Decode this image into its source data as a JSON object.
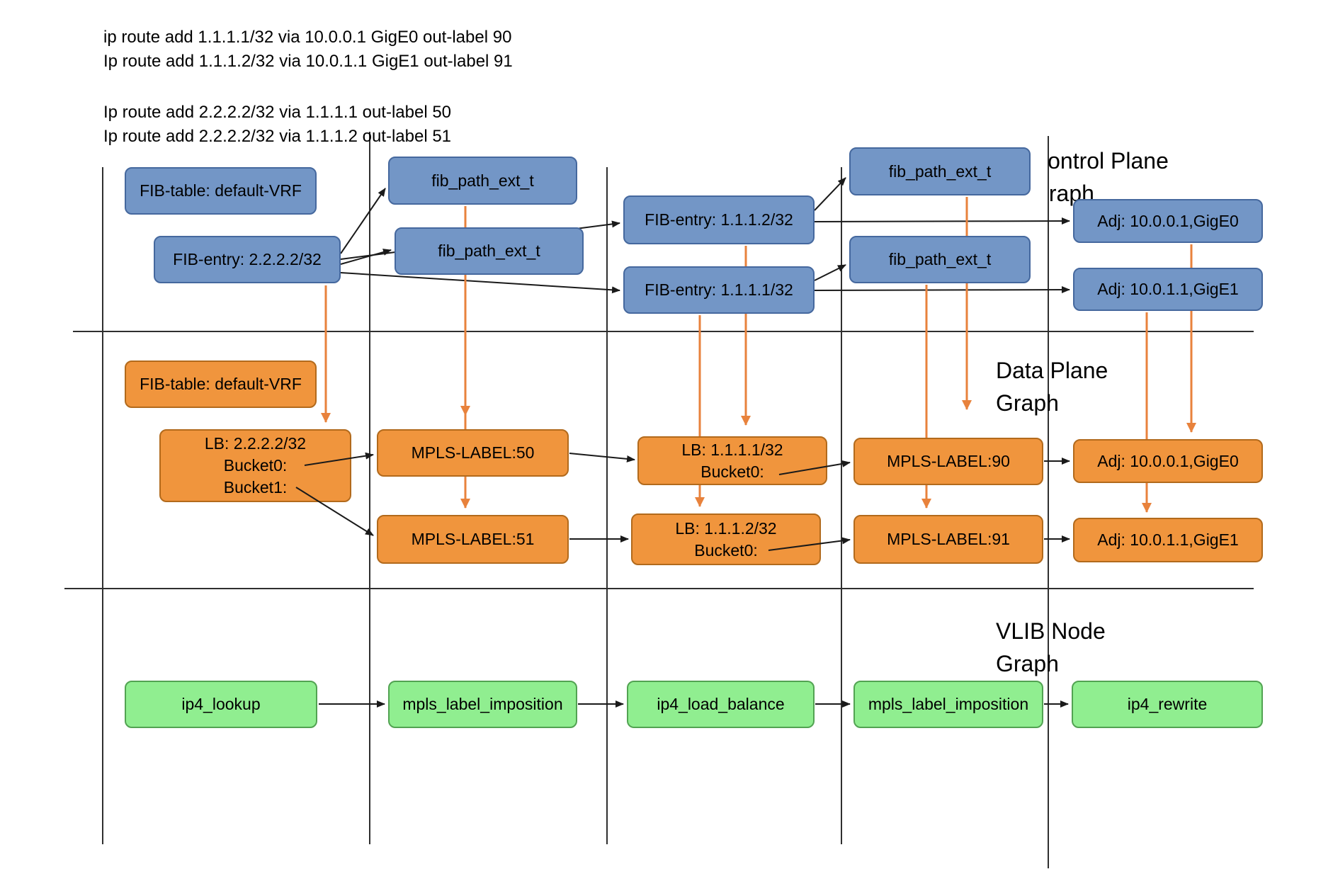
{
  "colors": {
    "background": "#ffffff",
    "text": "#000000",
    "rule_line": "#2f2f2f",
    "control_plane_fill": "#7396c6",
    "control_plane_border": "#45689e",
    "data_plane_fill": "#f0953d",
    "data_plane_border": "#b26a1c",
    "vlib_fill": "#90ee90",
    "vlib_border": "#52a352",
    "arrow_black": "#1a1a1a",
    "arrow_orange": "#e8823c"
  },
  "commands": {
    "line1": "ip route add 1.1.1.1/32 via 10.0.0.1 GigE0 out-label 90",
    "line2": "Ip route add 1.1.1.2/32 via 10.0.1.1 GigE1 out-label 91",
    "line3": "Ip route add 2.2.2.2/32 via 1.1.1.1 out-label 50",
    "line4": "Ip route add 2.2.2.2/32 via 1.1.1.2 out-label 51"
  },
  "sections": {
    "control_plane": {
      "line1": "Control Plane",
      "line2": "Graph"
    },
    "data_plane": {
      "line1": "Data Plane",
      "line2": "Graph"
    },
    "vlib": {
      "line1": "VLIB Node",
      "line2": "Graph"
    }
  },
  "nodes": {
    "control_plane": {
      "fib_table": "FIB-table: default-VRF",
      "fib_entry_2222": "FIB-entry: 2.2.2.2/32",
      "fib_path_ext_1": "fib_path_ext_t",
      "fib_path_ext_2": "fib_path_ext_t",
      "fib_entry_1112": "FIB-entry: 1.1.1.2/32",
      "fib_entry_1111": "FIB-entry: 1.1.1.1/32",
      "fib_path_ext_3": "fib_path_ext_t",
      "fib_path_ext_4": "fib_path_ext_t",
      "adj_gige0": "Adj: 10.0.0.1,GigE0",
      "adj_gige1": "Adj: 10.0.1.1,GigE1"
    },
    "data_plane": {
      "fib_table": "FIB-table: default-VRF",
      "lb_2222_line1": "LB: 2.2.2.2/32",
      "lb_2222_line2": "Bucket0:",
      "lb_2222_line3": "Bucket1:",
      "mpls_50": "MPLS-LABEL:50",
      "mpls_51": "MPLS-LABEL:51",
      "lb_1111_line1": "LB: 1.1.1.1/32",
      "lb_1111_line2": "Bucket0:",
      "lb_1112_line1": "LB: 1.1.1.2/32",
      "lb_1112_line2": "Bucket0:",
      "mpls_90": "MPLS-LABEL:90",
      "mpls_91": "MPLS-LABEL:91",
      "adj_gige0": "Adj: 10.0.0.1,GigE0",
      "adj_gige1": "Adj: 10.0.1.1,GigE1"
    },
    "vlib": {
      "n1": "ip4_lookup",
      "n2": "mpls_label_imposition",
      "n3": "ip4_load_balance",
      "n4": "mpls_label_imposition",
      "n5": "ip4_rewrite"
    }
  },
  "edges": {
    "control_plane_black": [
      "FIB-entry: 2.2.2.2/32 -> fib_path_ext_t (1)",
      "FIB-entry: 2.2.2.2/32 -> fib_path_ext_t (2)",
      "FIB-entry: 2.2.2.2/32 -> FIB-entry: 1.1.1.2/32",
      "FIB-entry: 2.2.2.2/32 -> FIB-entry: 1.1.1.1/32",
      "FIB-entry: 1.1.1.2/32 -> fib_path_ext_t (3)",
      "FIB-entry: 1.1.1.2/32 -> Adj: 10.0.0.1,GigE0",
      "FIB-entry: 1.1.1.1/32 -> fib_path_ext_t (4)",
      "FIB-entry: 1.1.1.1/32 -> Adj: 10.0.1.1,GigE1"
    ],
    "data_plane_black": [
      "LB: 2.2.2.2/32 Bucket0 -> MPLS-LABEL:50",
      "LB: 2.2.2.2/32 Bucket1 -> MPLS-LABEL:51",
      "MPLS-LABEL:50 -> LB: 1.1.1.1/32",
      "MPLS-LABEL:51 -> LB: 1.1.1.2/32",
      "LB: 1.1.1.1/32 Bucket0 -> MPLS-LABEL:90",
      "LB: 1.1.1.2/32 Bucket0 -> MPLS-LABEL:91",
      "MPLS-LABEL:90 -> Adj: 10.0.0.1,GigE0",
      "MPLS-LABEL:91 -> Adj: 10.0.1.1,GigE1"
    ],
    "vlib_black": [
      "ip4_lookup -> mpls_label_imposition",
      "mpls_label_imposition -> ip4_load_balance",
      "ip4_load_balance -> mpls_label_imposition",
      "mpls_label_imposition -> ip4_rewrite"
    ],
    "control_to_data_orange": [
      "FIB-entry: 2.2.2.2/32 v LB: 2.2.2.2/32",
      "fib_path_ext_t (2) v MPLS-LABEL:50",
      "fib_path_ext_t (1) v MPLS-LABEL:51",
      "FIB-entry: 1.1.1.2/32 v LB (data plane)",
      "FIB-entry: 1.1.1.1/32 v LB (data plane)",
      "fib_path_ext_t (3) v MPLS-LABEL:90",
      "fib_path_ext_t (4) v MPLS-LABEL:91",
      "Adj: 10.0.0.1,GigE0 v Adj: 10.0.0.1,GigE0",
      "Adj: 10.0.1.1,GigE1 v Adj: 10.0.1.1,GigE1"
    ]
  }
}
